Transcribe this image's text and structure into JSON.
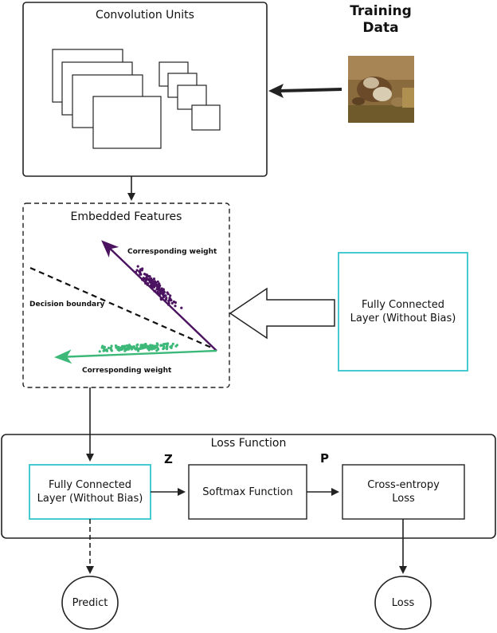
{
  "training_data": {
    "title": "Training\nData"
  },
  "convolution_units": {
    "title": "Convolution Units"
  },
  "embedded_features": {
    "title": "Embedded Features",
    "weight_label_top": "Corresponding weight",
    "weight_label_bottom": "Corresponding weight",
    "boundary_label": "Decision boundary"
  },
  "fc_layer_right": {
    "label": "Fully Connected\nLayer (Without Bias)"
  },
  "loss_function": {
    "title": "Loss Function",
    "fc_layer": "Fully Connected\nLayer (Without Bias)",
    "softmax": "Softmax Function",
    "cross_entropy": "Cross-entropy\nLoss",
    "z_label": "Z",
    "p_label": "P"
  },
  "outputs": {
    "predict": "Predict",
    "loss": "Loss"
  },
  "colors": {
    "cyan_border": "#33c4cc",
    "purple_class": "#4b1360",
    "green_class": "#3cb878",
    "line": "#222222"
  }
}
